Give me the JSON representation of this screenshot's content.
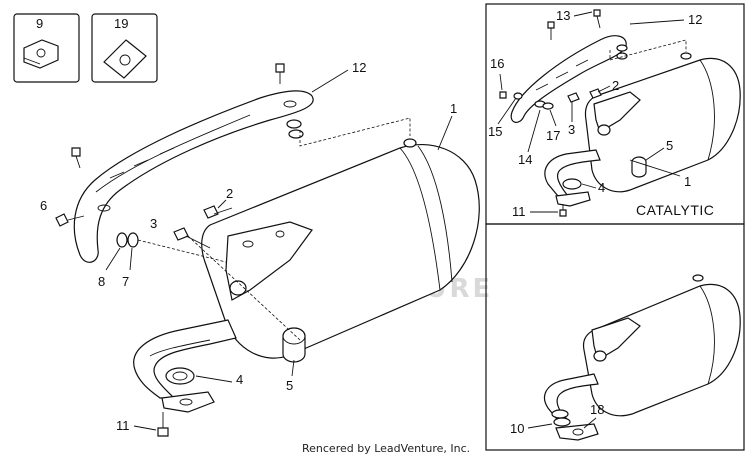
{
  "callouts": {
    "main": [
      "1",
      "2",
      "3",
      "4",
      "5",
      "6",
      "7",
      "8",
      "11",
      "12"
    ],
    "hardware": [
      "9",
      "19"
    ],
    "catalytic": [
      "1",
      "2",
      "3",
      "4",
      "5",
      "11",
      "12",
      "13",
      "14",
      "15",
      "16",
      "17"
    ],
    "alt": [
      "10",
      "18"
    ]
  },
  "catalytic_label": "CATALYTIC",
  "watermark_text": "LEADVENTURE",
  "credit": "Rencered by LeadVenture, Inc."
}
